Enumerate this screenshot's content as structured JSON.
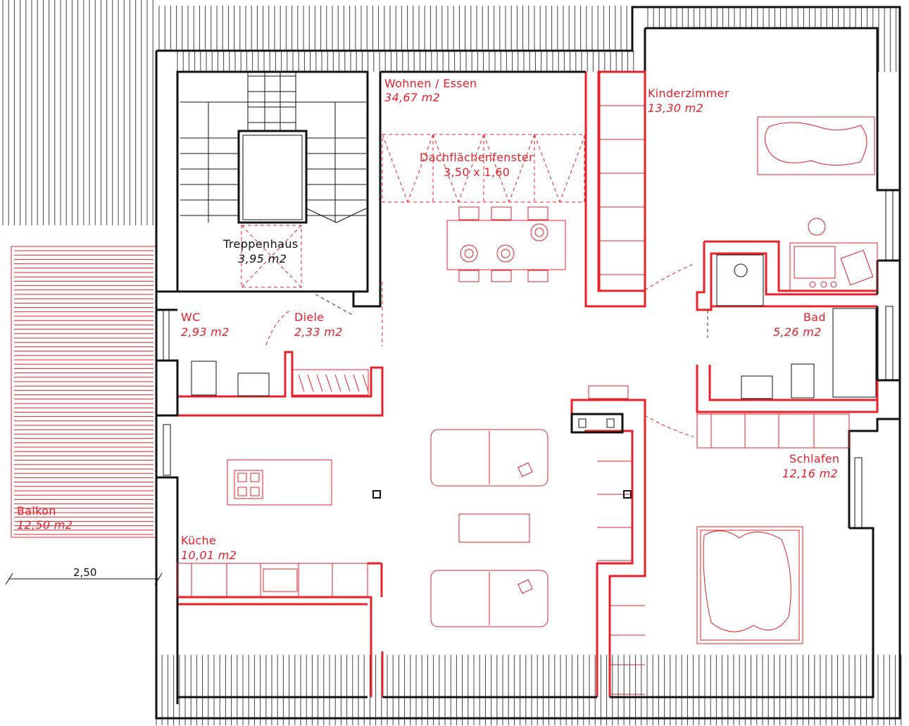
{
  "plan": {
    "rooms": [
      {
        "name": "Wohnen / Essen",
        "area": "34,67 m2"
      },
      {
        "name": "Kinderzimmer",
        "area": "13,30 m2"
      },
      {
        "name": "Treppenhaus",
        "area": "3,95 m2"
      },
      {
        "name": "WC",
        "area": "2,93 m2"
      },
      {
        "name": "Diele",
        "area": "2,33 m2"
      },
      {
        "name": "Bad",
        "area": "5,26 m2"
      },
      {
        "name": "Schlafen",
        "area": "12,16 m2"
      },
      {
        "name": "Balkon",
        "area": "12,50 m2"
      },
      {
        "name": "Küche",
        "area": "10,01 m2"
      }
    ],
    "skylight": {
      "label": "Dachflächenfenster",
      "size": "3,50 x 1,60"
    },
    "dimension": "2,50",
    "colors": {
      "walls_existing": "#111111",
      "walls_new": "#e8202a",
      "background": "#ffffff"
    }
  }
}
